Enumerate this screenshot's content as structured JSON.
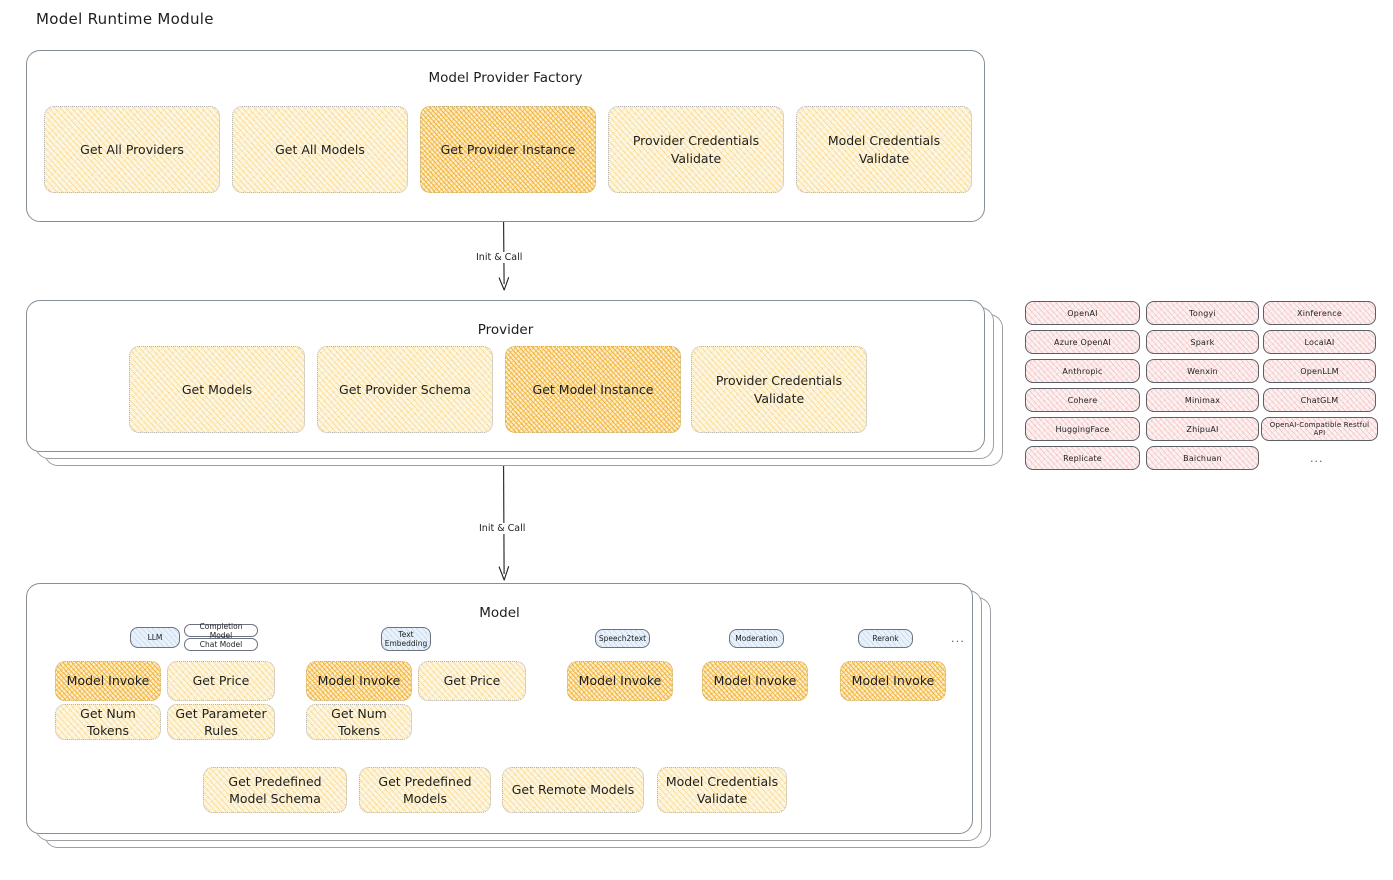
{
  "page": {
    "title": "Model Runtime Module"
  },
  "factory": {
    "title": "Model Provider Factory",
    "nodes": [
      {
        "label": "Get All Providers",
        "highlight": false
      },
      {
        "label": "Get All Models",
        "highlight": false
      },
      {
        "label": "Get Provider Instance",
        "highlight": true
      },
      {
        "label": "Provider Credentials Validate",
        "highlight": false
      },
      {
        "label": "Model Credentials Validate",
        "highlight": false
      }
    ]
  },
  "arrows": [
    {
      "label": "Init & Call"
    },
    {
      "label": "Init & Call"
    }
  ],
  "provider": {
    "title": "Provider",
    "nodes": [
      {
        "label": "Get Models",
        "highlight": false
      },
      {
        "label": "Get Provider Schema",
        "highlight": false
      },
      {
        "label": "Get Model Instance",
        "highlight": true
      },
      {
        "label": "Provider Credentials Validate",
        "highlight": false
      }
    ]
  },
  "provider_list": {
    "columns": [
      {
        "items": [
          "OpenAI",
          "Azure OpenAI",
          "Anthropic",
          "Cohere",
          "HuggingFace",
          "Replicate"
        ],
        "ellipsis": false
      },
      {
        "items": [
          "Tongyi",
          "Spark",
          "Wenxin",
          "Minimax",
          "ZhipuAI",
          "Baichuan"
        ],
        "ellipsis": false
      },
      {
        "items": [
          "Xinference",
          "LocalAI",
          "OpenLLM",
          "ChatGLM",
          "OpenAI-Compatible Restful API"
        ],
        "ellipsis": true,
        "ellipsis_label": "..."
      }
    ]
  },
  "model": {
    "title": "Model",
    "more_types_label": "...",
    "types": [
      {
        "badge": "LLM",
        "subtags": [
          "Completion Model",
          "Chat Model"
        ],
        "nodes": [
          {
            "label": "Model Invoke",
            "highlight": true
          },
          {
            "label": "Get Price",
            "highlight": false
          },
          {
            "label": "Get Num Tokens",
            "highlight": false
          },
          {
            "label": "Get Parameter Rules",
            "highlight": false
          }
        ]
      },
      {
        "badge": "Text Embedding",
        "subtags": [],
        "nodes": [
          {
            "label": "Model Invoke",
            "highlight": true
          },
          {
            "label": "Get Price",
            "highlight": false
          },
          {
            "label": "Get Num Tokens",
            "highlight": false
          }
        ]
      },
      {
        "badge": "Speech2text",
        "subtags": [],
        "nodes": [
          {
            "label": "Model Invoke",
            "highlight": true
          }
        ]
      },
      {
        "badge": "Moderation",
        "subtags": [],
        "nodes": [
          {
            "label": "Model Invoke",
            "highlight": true
          }
        ]
      },
      {
        "badge": "Rerank",
        "subtags": [],
        "nodes": [
          {
            "label": "Model Invoke",
            "highlight": true
          }
        ]
      }
    ],
    "common_nodes": [
      {
        "label": "Get Predefined Model Schema",
        "highlight": false
      },
      {
        "label": "Get Predefined Models",
        "highlight": false
      },
      {
        "label": "Get Remote Models",
        "highlight": false
      },
      {
        "label": "Model Credentials Validate",
        "highlight": false
      }
    ]
  },
  "colors": {
    "node_fill": "#fef6e0",
    "node_highlight_fill": "#fdedc8",
    "chip_fill": "#fdf0f0",
    "badge_fill": "#e9f2fb",
    "stroke": "#1e1e1e",
    "container_stroke": "#868e96"
  }
}
